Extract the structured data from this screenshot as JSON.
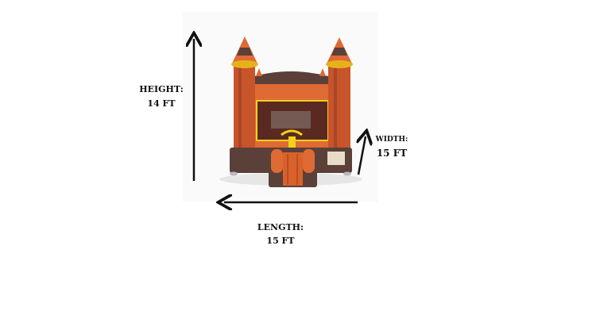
{
  "dimensions": {
    "height": {
      "label": "HEIGHT:",
      "value": "14 FT"
    },
    "width": {
      "label": "WIDTH:",
      "value": "15 FT"
    },
    "length": {
      "label": "LENGTH:",
      "value": "15 FT"
    }
  },
  "colors": {
    "orange": "#d9622b",
    "brown": "#5a4038",
    "yellow": "#f2d21b"
  }
}
